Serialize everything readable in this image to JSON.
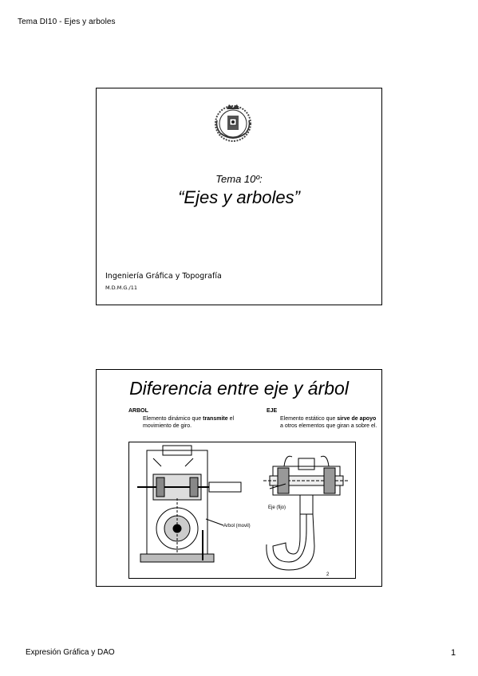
{
  "page": {
    "header": "Tema DI10 - Ejes y arboles",
    "footer_left": "Expresión Gráfica y DAO",
    "footer_right": "1"
  },
  "slide1": {
    "subtitle": "Tema 10º:",
    "title": "“Ejes y arboles”",
    "organization": "Ingeniería Gráfica y Topografía",
    "code": "M.D.M.G./11",
    "emblem_icon": "university-crest-icon"
  },
  "slide2": {
    "title": "Diferencia entre eje y árbol",
    "arbol": {
      "heading": "ARBOL",
      "text_before": "Elemento dinámico que ",
      "text_bold": "transmite",
      "text_after": " el movimiento de giro."
    },
    "eje": {
      "heading": "EJE",
      "text_before": "Elemento estático que ",
      "text_bold": "sirve de apoyo",
      "text_after": " a otros elementos que giran a sobre el."
    },
    "figure": {
      "label_eje": "Eje (fijo)",
      "label_arbol": "Arbol (movil)"
    },
    "slide_number": "2"
  }
}
